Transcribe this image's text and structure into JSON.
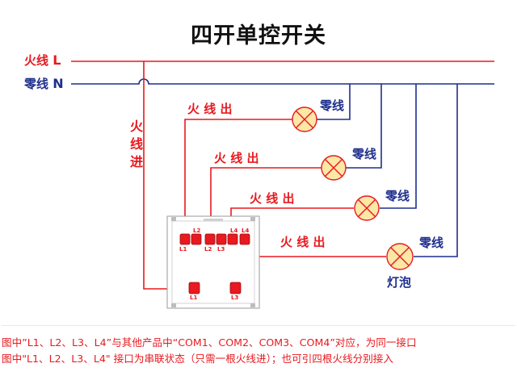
{
  "title": "四开单控开关",
  "lines": {
    "live_label": "火线",
    "live_letter": "L",
    "neutral_label": "零线",
    "neutral_letter": "N"
  },
  "live_in": [
    "火",
    "线",
    "进"
  ],
  "branches": [
    {
      "live_out": "火 线 出",
      "neutral": "零线"
    },
    {
      "live_out": "火 线 出",
      "neutral": "零线"
    },
    {
      "live_out": "火 线 出",
      "neutral": "零线"
    },
    {
      "live_out": "火 线 出",
      "neutral": "零线"
    }
  ],
  "bulb_label": "灯泡",
  "switch_terminals": {
    "top": [
      "L2",
      "L4"
    ],
    "top_sub": [
      "L1",
      "L2",
      "L3",
      "L4"
    ],
    "bottom": [
      "L1",
      "L3"
    ]
  },
  "colors": {
    "live": "#e8191f",
    "neutral": "#1f2f8c",
    "bulb_fill": "#fbe7a6",
    "bulb_stroke": "#e8191f"
  },
  "note": {
    "line1": "图中”L1、L2、L3、L4”与其他产品中“COM1、COM2、COM3、COM4”对应，为同一接口",
    "line2": "图中\"L1、L2、L3、L4\" 接口为串联状态（只需一根火线进）；也可引四根火线分别接入"
  }
}
